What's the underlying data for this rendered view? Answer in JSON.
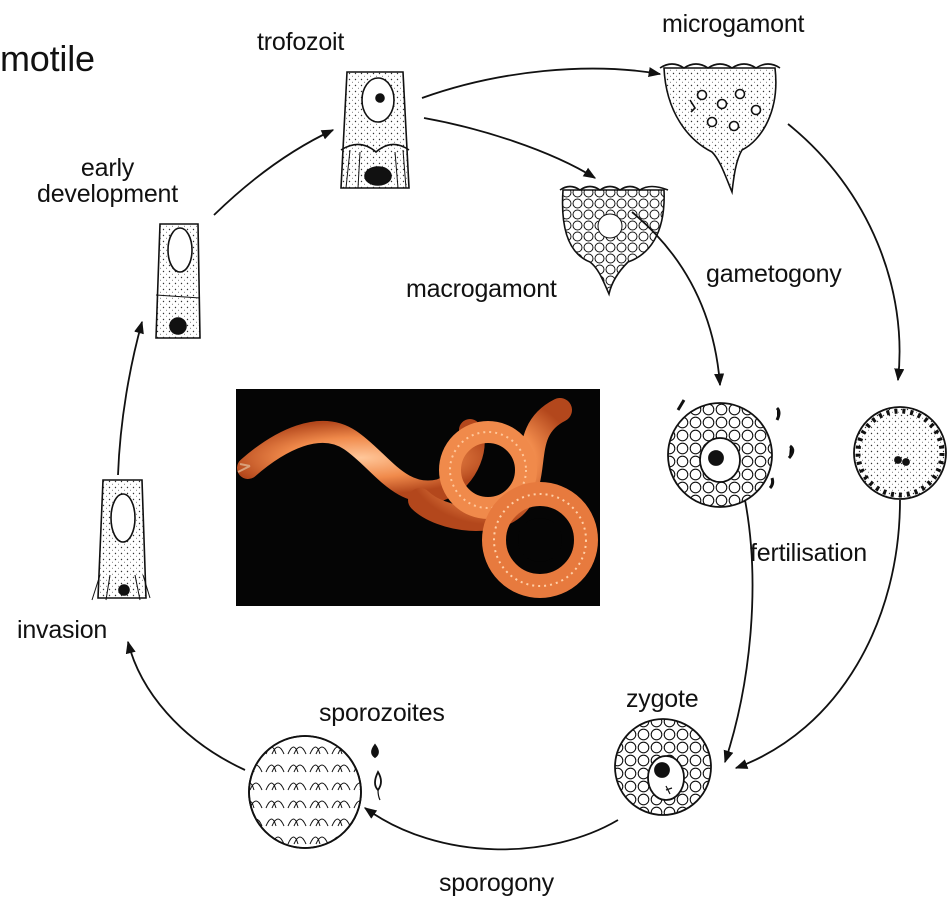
{
  "title_fragment": "motile",
  "stages": {
    "trofozoit": "trofozoit",
    "microgamont": "microgamont",
    "macrogamont": "macrogamont",
    "early_development": [
      "early",
      "development"
    ],
    "invasion": "invasion",
    "sporozoites": "sporozoites",
    "zygote": "zygote"
  },
  "processes": {
    "gametogony": "gametogony",
    "fertilisation": "fertilisation",
    "sporogony": "sporogony"
  },
  "photo": {
    "subject": "orange-segmented-worm",
    "colors": {
      "background": "#050505",
      "body": "#f08a4b",
      "highlight": "#ffc79a",
      "shadow": "#b3471c"
    }
  },
  "colors": {
    "line": "#111111",
    "cell_fill": "#ffffff",
    "dot": "#111111"
  }
}
